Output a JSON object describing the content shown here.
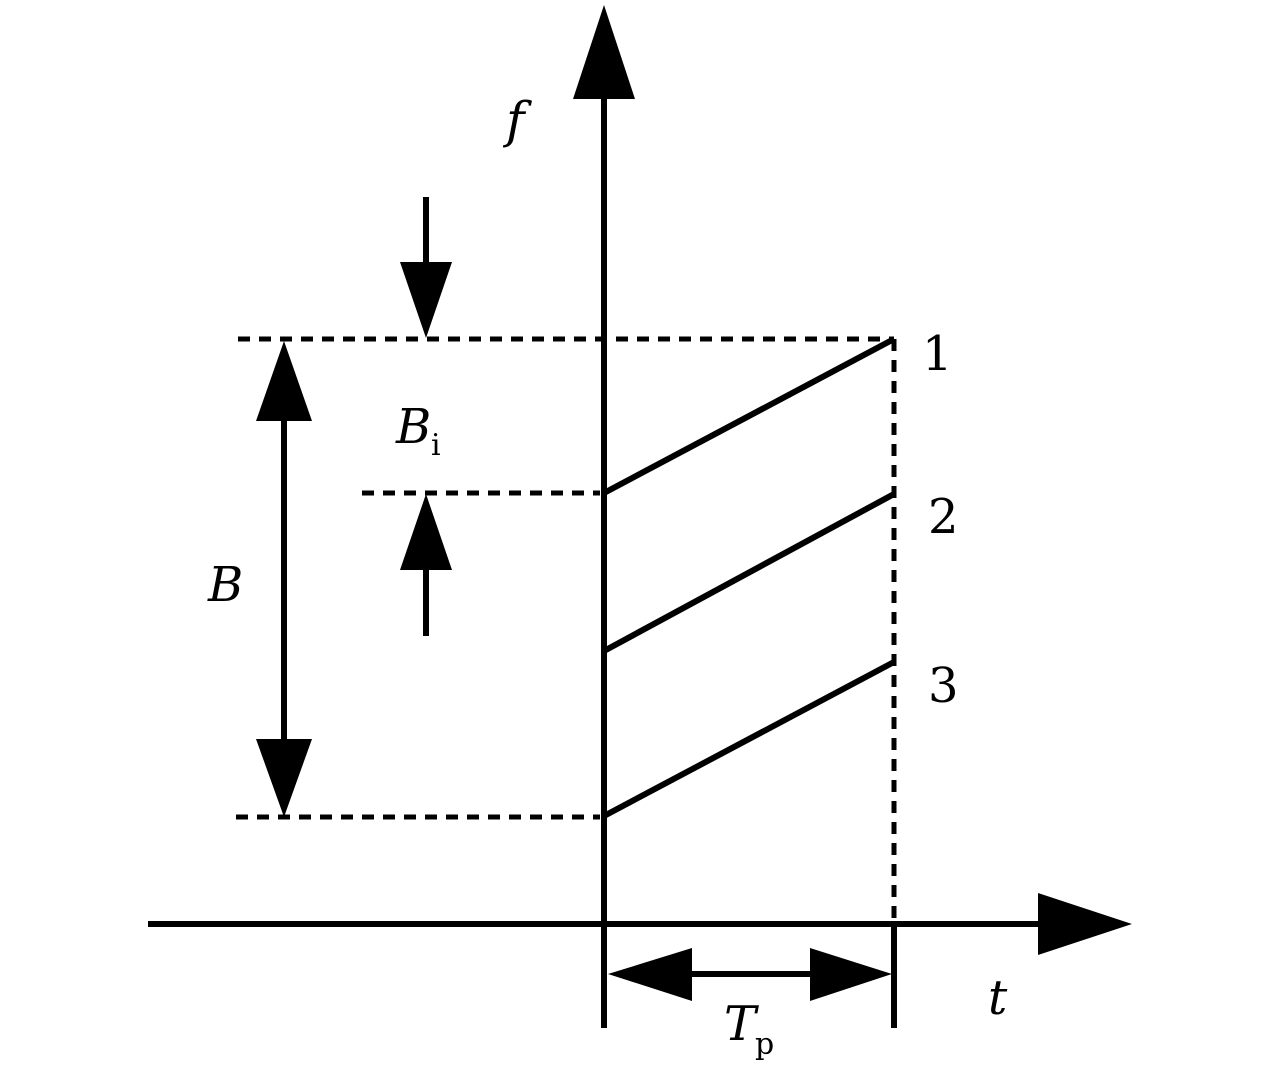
{
  "labels": {
    "f_axis": "f",
    "t_axis": "t",
    "bandwidth_total": "B",
    "bandwidth_sub": "B",
    "bandwidth_sub_subscript": "i",
    "pulse_duration": "T",
    "pulse_duration_subscript": "p",
    "line_1": "1",
    "line_2": "2",
    "line_3": "3"
  }
}
